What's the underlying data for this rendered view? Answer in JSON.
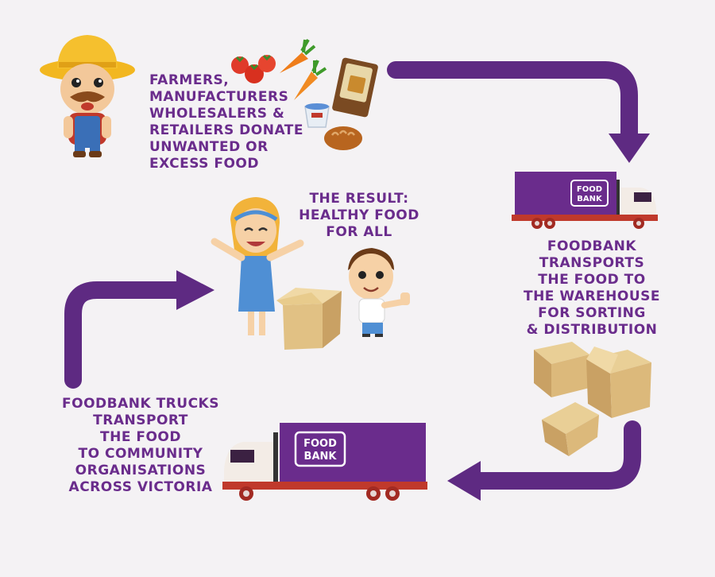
{
  "stages": {
    "donate": {
      "lines": [
        "FARMERS,",
        "MANUFACTURERS",
        "WHOLESALERS &",
        "RETAILERS DONATE",
        "UNWANTED OR",
        "EXCESS FOOD"
      ]
    },
    "transport_warehouse": {
      "lines": [
        "FOODBANK",
        "TRANSPORTS",
        "THE FOOD TO",
        "THE WAREHOUSE",
        "FOR SORTING",
        "& DISTRIBUTION"
      ]
    },
    "transport_community": {
      "lines": [
        "FOODBANK TRUCKS",
        "TRANSPORT",
        "THE FOOD",
        "TO COMMUNITY",
        "ORGANISATIONS",
        "ACROSS VICTORIA"
      ]
    },
    "result": {
      "lines": [
        "THE RESULT:",
        "HEALTHY FOOD",
        "FOR ALL"
      ]
    }
  },
  "truck_logo": {
    "line1": "FOOD",
    "line2": "BANK"
  },
  "colors": {
    "purple": "#6a2c8c",
    "arrow": "#5e2a82",
    "truck_red": "#c0392b",
    "box": "#d9b87a"
  },
  "icons": [
    "farmer-icon",
    "tomato-icon",
    "carrot-icon",
    "bread-loaf-icon",
    "snack-packet-icon",
    "yogurt-cup-icon",
    "truck-icon",
    "cardboard-box-icon",
    "girl-icon",
    "boy-icon"
  ]
}
